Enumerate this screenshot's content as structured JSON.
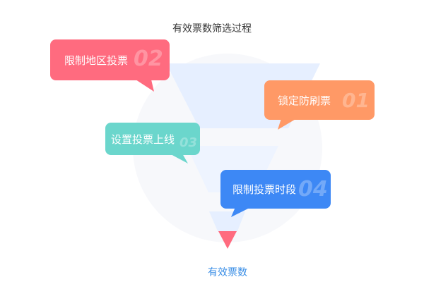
{
  "title": "有效票数筛选过程",
  "bottom_label": "有效票数",
  "colors": {
    "step1": "#ff9966",
    "step2": "#ff6b7f",
    "step3": "#6bd6cc",
    "step4": "#3d88f5",
    "funnel_light": "#e6efff",
    "funnel_lighter": "#f0f5ff",
    "circle": "#f7f8fb",
    "tip": "#ff6b7f",
    "bottom_label": "#3a8ee6"
  },
  "steps": [
    {
      "number": "01",
      "label": "锁定防刷票"
    },
    {
      "number": "02",
      "label": "限制地区投票"
    },
    {
      "number": "03",
      "label": "设置投票上线"
    },
    {
      "number": "04",
      "label": "限制投票时段"
    }
  ]
}
